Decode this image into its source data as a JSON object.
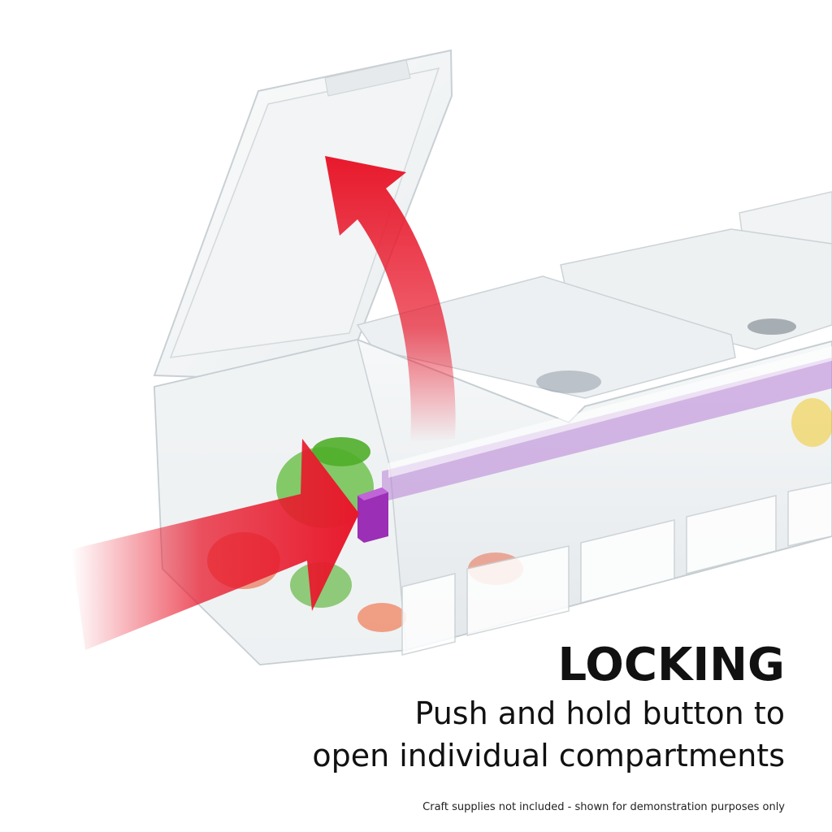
{
  "caption": {
    "headline": "LOCKING",
    "line1": "Push and hold button to",
    "line2": "open individual compartments",
    "disclaimer": "Craft supplies not included - shown for demonstration purposes only"
  },
  "colors": {
    "background": "#ffffff",
    "arrow": "#e8192c",
    "lock_button": "#9b2fb5",
    "lock_strip": "#b77fd6",
    "plastic": "#eef1f3",
    "text": "#111111"
  }
}
